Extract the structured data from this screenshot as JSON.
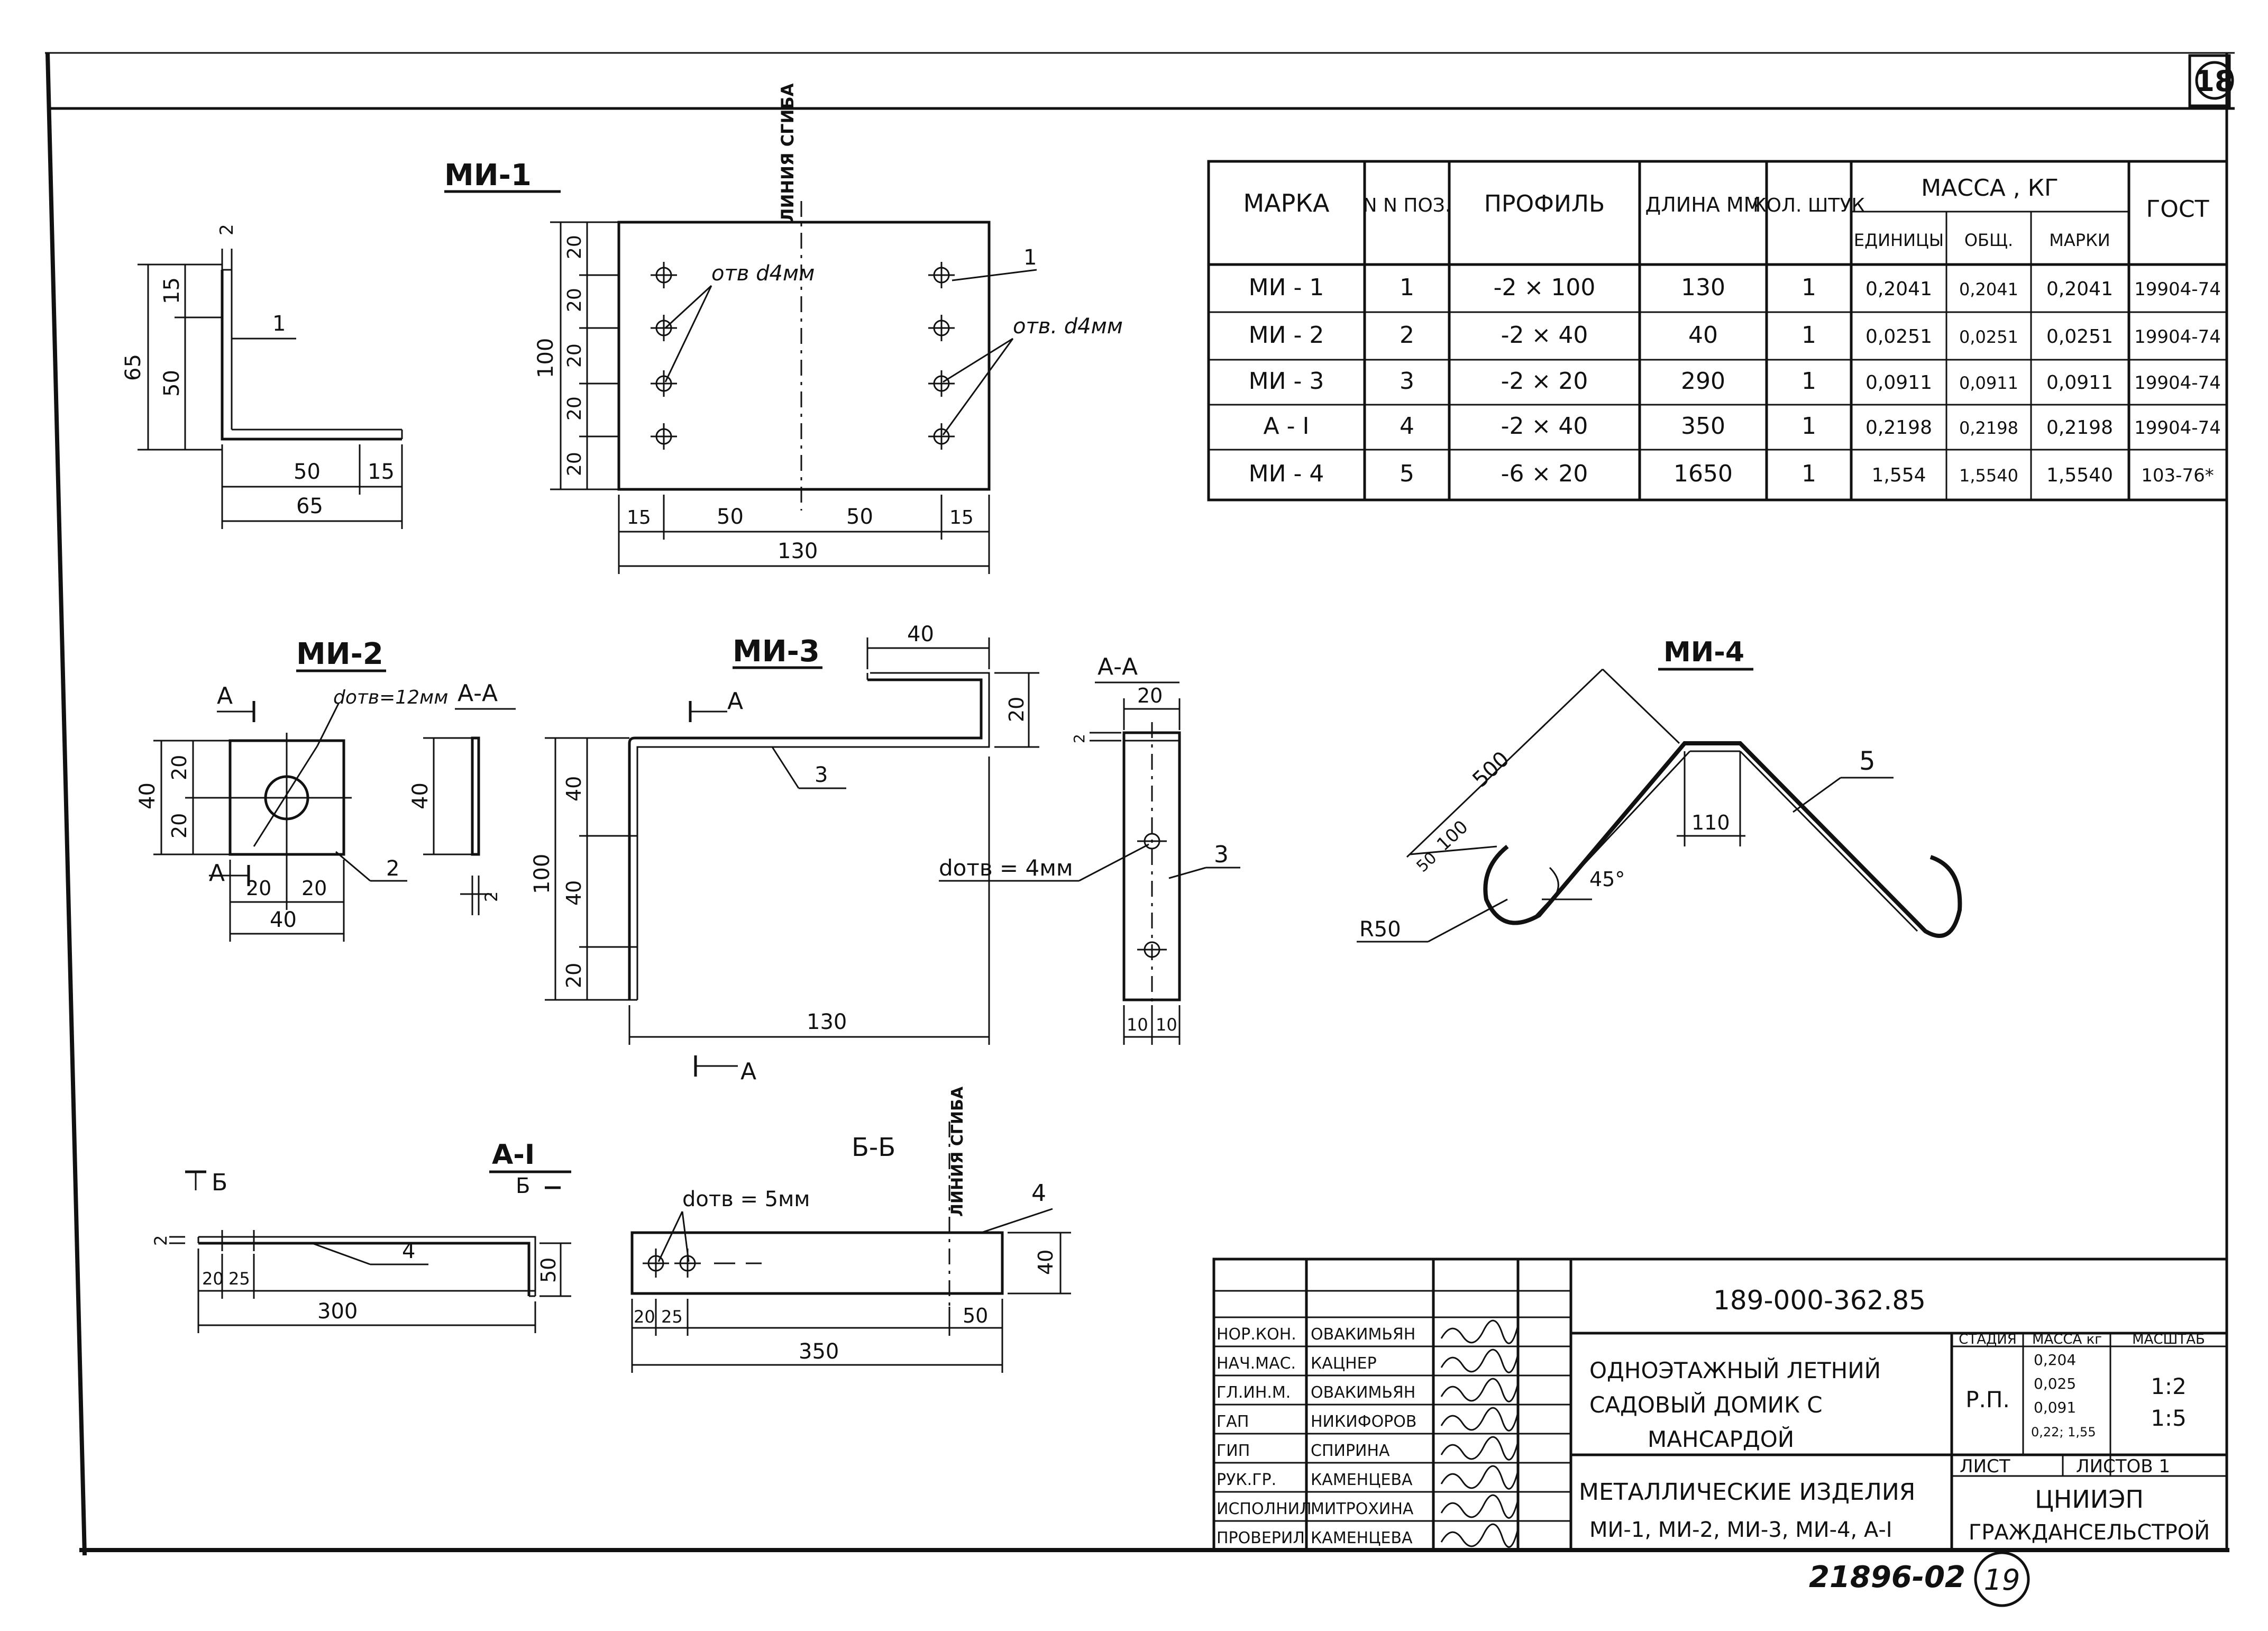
{
  "page": {
    "sheet_number": "18",
    "archive_number": "21896-02",
    "archive_page": "19"
  },
  "labels": {
    "mi1_title": "МИ-1",
    "mi2_title": "МИ-2",
    "mi3_title": "МИ-3",
    "mi4_title": "МИ-4",
    "ai_title": "А-I",
    "section_aa": "А-А",
    "section_bb": "Б-Б",
    "cut_a": "А",
    "cut_b": "Б",
    "bend_line": "ЛИНИЯ СГИБА",
    "hole_d4_left": "отв d4мм",
    "hole_d4_right": "отв. d4мм",
    "hole_d12": "dотв=12мм",
    "hole_d4_mi3": "dотв = 4мм",
    "hole_d5": "dотв = 5мм",
    "radius": "R50",
    "angle": "45°",
    "pos1": "1",
    "pos2": "2",
    "pos3": "3",
    "pos4": "4",
    "pos5": "5",
    "dims": {
      "d65": "65",
      "d50": "50",
      "d15": "15",
      "d2": "2",
      "d100": "100",
      "d20": "20",
      "d130": "130",
      "d40": "40",
      "d10": "10",
      "d500": "500",
      "d110": "110",
      "d300": "300",
      "d350": "350",
      "d25": "25"
    }
  },
  "spec_table": {
    "headers": {
      "mark": "МАРКА",
      "pos": "N N ПОЗ.",
      "profile": "ПРОФИЛЬ",
      "length": "ДЛИНА ММ",
      "qty": "КОЛ. ШТУК",
      "mass": "МАССА , КГ",
      "mass_unit": "ЕДИНИЦЫ",
      "mass_total": "ОБЩ.",
      "mass_mark": "МАРКИ",
      "gost": "ГОСТ"
    },
    "rows": [
      {
        "mark": "МИ - 1",
        "pos": "1",
        "profile": "-2 × 100",
        "length": "130",
        "qty": "1",
        "unit": "0,2041",
        "total": "0,2041",
        "markmass": "0,2041",
        "gost": "19904-74"
      },
      {
        "mark": "МИ - 2",
        "pos": "2",
        "profile": "-2 × 40",
        "length": "40",
        "qty": "1",
        "unit": "0,0251",
        "total": "0,0251",
        "markmass": "0,0251",
        "gost": "19904-74"
      },
      {
        "mark": "МИ - 3",
        "pos": "3",
        "profile": "-2 × 20",
        "length": "290",
        "qty": "1",
        "unit": "0,0911",
        "total": "0,0911",
        "markmass": "0,0911",
        "gost": "19904-74"
      },
      {
        "mark": "А - I",
        "pos": "4",
        "profile": "-2 × 40",
        "length": "350",
        "qty": "1",
        "unit": "0,2198",
        "total": "0,2198",
        "markmass": "0,2198",
        "gost": "19904-74"
      },
      {
        "mark": "МИ - 4",
        "pos": "5",
        "profile": "-6 × 20",
        "length": "1650",
        "qty": "1",
        "unit": "1,554",
        "total": "1,5540",
        "markmass": "1,5540",
        "gost": "103-76*"
      }
    ]
  },
  "title_block": {
    "doc_code": "189-000-362.85",
    "project": [
      "ОДНОЭТАЖНЫЙ ЛЕТНИЙ",
      "САДОВЫЙ ДОМИК С",
      "МАНСАРДОЙ"
    ],
    "sheet_title": [
      "МЕТАЛЛИЧЕСКИЕ ИЗДЕЛИЯ",
      "МИ-1, МИ-2, МИ-3, МИ-4, А-I"
    ],
    "stage_header": "СТАДИЯ",
    "mass_header": "МАССА кг",
    "scale_header": "МАСШТАБ",
    "stage": "Р.П.",
    "masses": [
      "0,204",
      "0,025",
      "0,091",
      "0,22; 1,55"
    ],
    "scales": [
      "1:2",
      "1:5"
    ],
    "sheet_label": "ЛИСТ",
    "sheets_label": "ЛИСТОВ 1",
    "org": [
      "ЦНИИЭП",
      "ГРАЖДАНСЕЛЬСТРОЙ"
    ],
    "staff": [
      {
        "role": "НОР.КОН.",
        "name": "ОВАКИМЬЯН"
      },
      {
        "role": "НАЧ.МАС.",
        "name": "КАЦНЕР"
      },
      {
        "role": "ГЛ.ИН.М.",
        "name": "ОВАКИМЬЯН"
      },
      {
        "role": "ГАП",
        "name": "НИКИФОРОВ"
      },
      {
        "role": "ГИП",
        "name": "СПИРИНА"
      },
      {
        "role": "РУК.ГР.",
        "name": "КАМЕНЦЕВА"
      },
      {
        "role": "ИСПОЛНИЛ",
        "name": "МИТРОХИНА"
      },
      {
        "role": "ПРОВЕРИЛ",
        "name": "КАМЕНЦЕВА"
      }
    ]
  }
}
